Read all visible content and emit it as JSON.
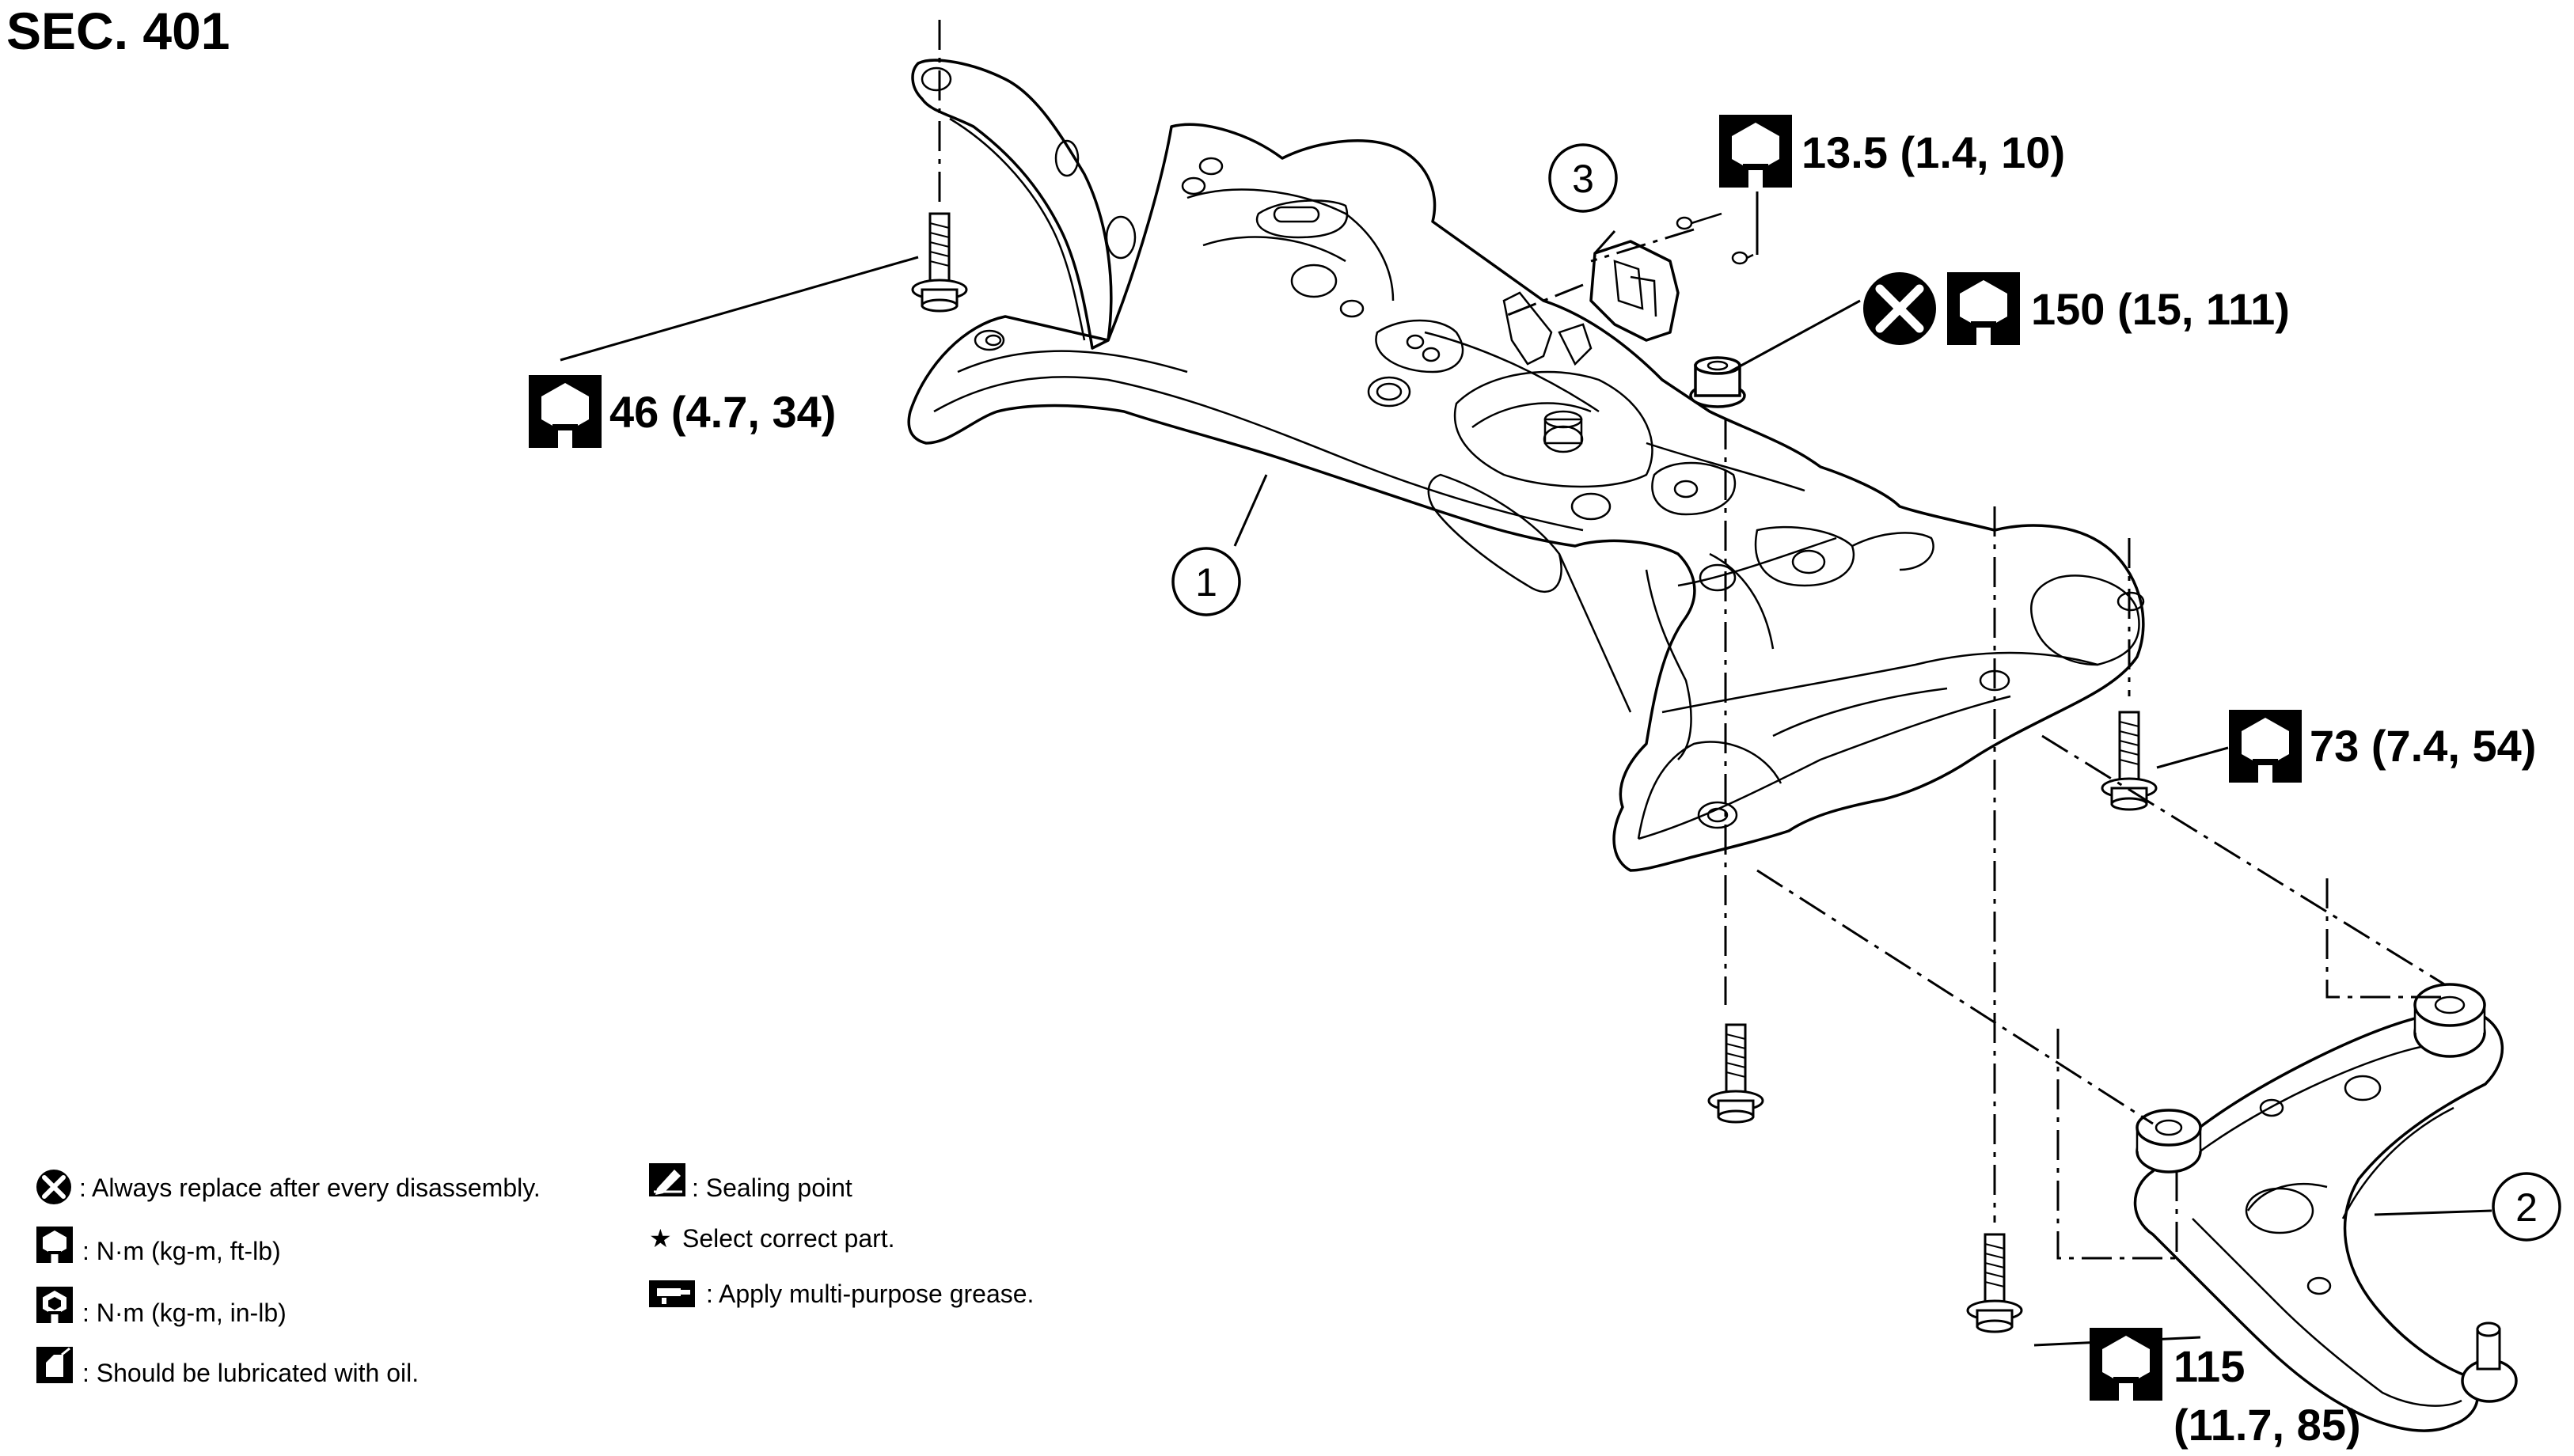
{
  "section": {
    "title": "SEC. 401"
  },
  "torques": {
    "t1": "13.5 (1.4, 10)",
    "t2": "150 (15, 111)",
    "t3": "46 (4.7, 34)",
    "t4": "73 (7.4, 54)",
    "t5_line1": "115",
    "t5_line2": "(11.7, 85)"
  },
  "callouts": {
    "c1": "1",
    "c2": "2",
    "c3": "3"
  },
  "legend": {
    "replace": ": Always replace after every disassembly.",
    "nm_ftlb": ": N·m (kg-m, ft-lb)",
    "nm_inlb": ": N·m (kg-m, in-lb)",
    "oil": ": Should be lubricated with oil.",
    "sealing": ": Sealing point",
    "select": "Select correct part.",
    "grease": ": Apply multi-purpose grease."
  },
  "icons": {
    "torque_wrench": "wrench-hex-icon",
    "replace": "x-circle-icon",
    "star": "★"
  }
}
